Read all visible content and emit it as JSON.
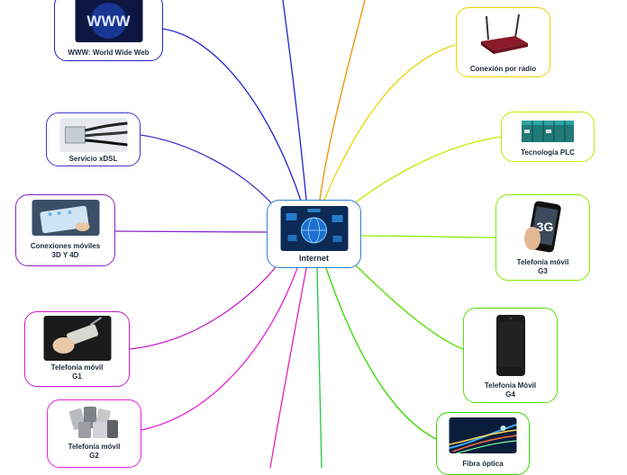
{
  "center": {
    "label": "Internet",
    "icon": "globe-network-icon",
    "color": "#2f7fd0"
  },
  "nodes": [
    {
      "id": "www",
      "label": "WWW: World Wide Web",
      "icon": "www-icon",
      "color": "#2222cc"
    },
    {
      "id": "xdsl",
      "label": "Servicio xDSL",
      "icon": "cable-connector-icon",
      "color": "#4433cc"
    },
    {
      "id": "movil3d4d",
      "label": "Conexiones móviles\n3D Y 4D",
      "icon": "touch-device-icon",
      "color": "#8a22c8"
    },
    {
      "id": "g1",
      "label": "Telefonía móvil\nG1",
      "icon": "brick-phone-icon",
      "color": "#c61fc8"
    },
    {
      "id": "g2",
      "label": "Telefonía móvil\nG2",
      "icon": "phones-pile-icon",
      "color": "#e622d8"
    },
    {
      "id": "radio",
      "label": "Conexión por radio",
      "icon": "router-icon",
      "color": "#e8d400"
    },
    {
      "id": "plc",
      "label": "Tecnología PLC",
      "icon": "plc-module-icon",
      "color": "#c8e800"
    },
    {
      "id": "g3",
      "label": "Telefonía móvil\nG3",
      "icon": "smartphone-3g-icon",
      "color": "#88e800"
    },
    {
      "id": "g4",
      "label": "Telefonía Móvil\nG4",
      "icon": "smartphone-icon",
      "color": "#55e000"
    },
    {
      "id": "fibra",
      "label": "Fibra óptica",
      "icon": "fiber-optic-icon",
      "color": "#33d800"
    }
  ],
  "offscreen_branch_colors": [
    "#2222cc",
    "#f29000",
    "#e622a8",
    "#22c844"
  ]
}
